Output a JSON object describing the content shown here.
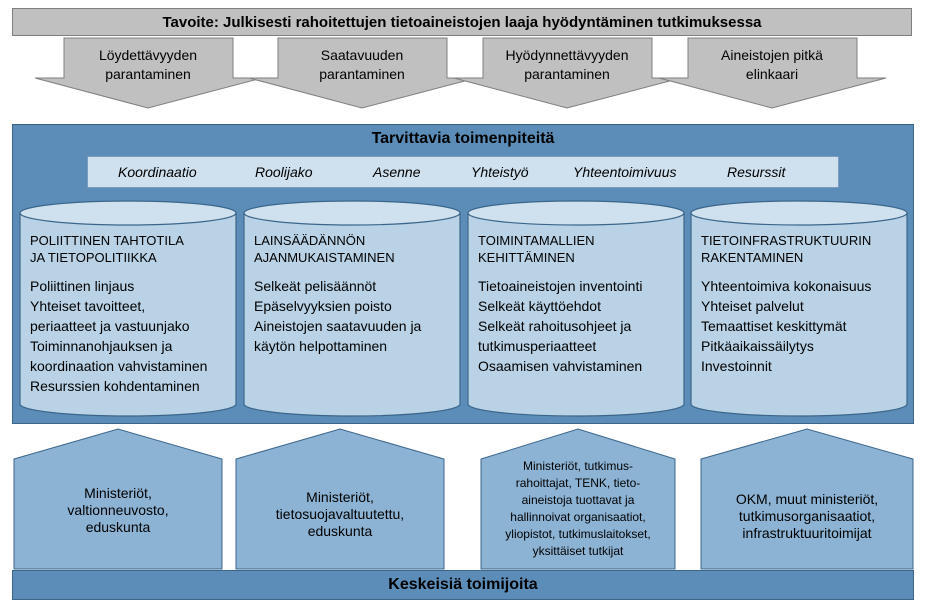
{
  "goal": {
    "text": "Tavoite: Julkisesti rahoitettujen tietoaineistojen laaja hyödyntäminen tutkimuksessa"
  },
  "goal_arrows": [
    {
      "lines": [
        "Löydettävyyden",
        "parantaminen"
      ]
    },
    {
      "lines": [
        "Saatavuuden",
        "parantaminen"
      ]
    },
    {
      "lines": [
        "Hyödynnettävyyden",
        "parantaminen"
      ]
    },
    {
      "lines": [
        "Aineistojen pitkä",
        "elinkaari"
      ]
    }
  ],
  "measures": {
    "title": "Tarvittavia toimenpiteitä",
    "themes": [
      "Koordinaatio",
      "Roolijako",
      "Asenne",
      "Yhteistyö",
      "Yhteentoimivuus",
      "Resurssit"
    ],
    "cylinders": [
      {
        "title": [
          "POLIITTINEN TAHTOTILA",
          "JA TIETOPOLITIIKKA"
        ],
        "items": [
          "Poliittinen linjaus",
          "Yhteiset tavoitteet,",
          "periaatteet ja vastuunjako",
          "Toiminnanohjauksen ja",
          "koordinaation vahvistaminen",
          "Resurssien kohdentaminen"
        ]
      },
      {
        "title": [
          "LAINSÄÄDÄNNÖN",
          "AJANMUKAISTAMINEN"
        ],
        "items": [
          "Selkeät pelisäännöt",
          "Epäselvyyksien poisto",
          "Aineistojen saatavuuden ja",
          "käytön helpottaminen"
        ]
      },
      {
        "title": [
          "TOIMINTAMALLIEN",
          "KEHITTÄMINEN"
        ],
        "items": [
          "Tietoaineistojen inventointi",
          "Selkeät käyttöehdot",
          "Selkeät rahoitusohjeet ja",
          "tutkimusperiaatteet",
          "Osaamisen vahvistaminen"
        ]
      },
      {
        "title": [
          "TIETOINFRASTRUKTUURIN",
          "RAKENTAMINEN"
        ],
        "items": [
          "Yhteentoimiva kokonaisuus",
          "Yhteiset palvelut",
          "Temaattiset keskittymät",
          "Pitkäaikaissäilytys",
          "Investoinnit"
        ]
      }
    ]
  },
  "actors": {
    "title": "Keskeisiä toimijoita",
    "groups": [
      {
        "lines": [
          "Ministeriöt,",
          "valtionneuvosto,",
          "eduskunta"
        ]
      },
      {
        "lines": [
          "Ministeriöt,",
          "tietosuojavaltuutettu,",
          "eduskunta"
        ]
      },
      {
        "lines": [
          "Ministeriöt, tutkimus-",
          "rahoittajat, TENK, tieto-",
          "aineistoja tuottavat ja",
          "hallinnoivat organisaatiot,",
          "yliopistot, tutkimuslaitokset,",
          "yksittäiset tutkijat"
        ]
      },
      {
        "lines": [
          "OKM, muut ministeriöt,",
          "tutkimusorganisaatiot,",
          "infrastruktuuritoimijat"
        ]
      }
    ]
  },
  "colors": {
    "goal_fill": "#c0c0c0",
    "main_fill": "#5b8db8",
    "cylinder_fill": "#b9d2e6",
    "cylinder_top": "#cfe0ee",
    "actor_arrow_fill": "#8db3d4"
  }
}
